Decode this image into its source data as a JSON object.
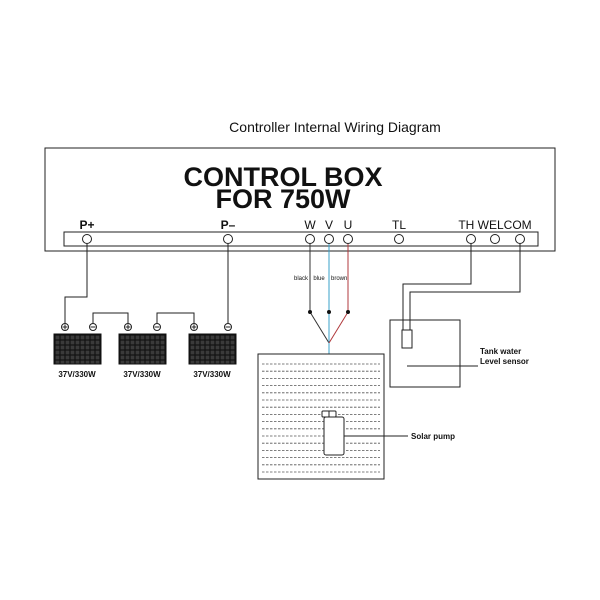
{
  "title": "Controller Internal Wiring Diagram",
  "control_box": {
    "line1": "CONTROL BOX",
    "line2": "FOR 750W"
  },
  "terminals": {
    "p_plus": "P+",
    "p_minus": "P–",
    "w": "W",
    "v": "V",
    "u": "U",
    "tl": "TL",
    "th_welcom": "TH WELCOM"
  },
  "wires": {
    "black": "black",
    "blue": "blue",
    "brown": "brown"
  },
  "wire_colors": {
    "black": "#333333",
    "blue": "#3aa0c8",
    "brown": "#b0393c"
  },
  "panels": [
    {
      "label": "37V/330W"
    },
    {
      "label": "37V/330W"
    },
    {
      "label": "37V/330W"
    }
  ],
  "tank_sensor": {
    "line1": "Tank water",
    "line2": "Level sensor"
  },
  "pump": {
    "label": "Solar pump"
  }
}
